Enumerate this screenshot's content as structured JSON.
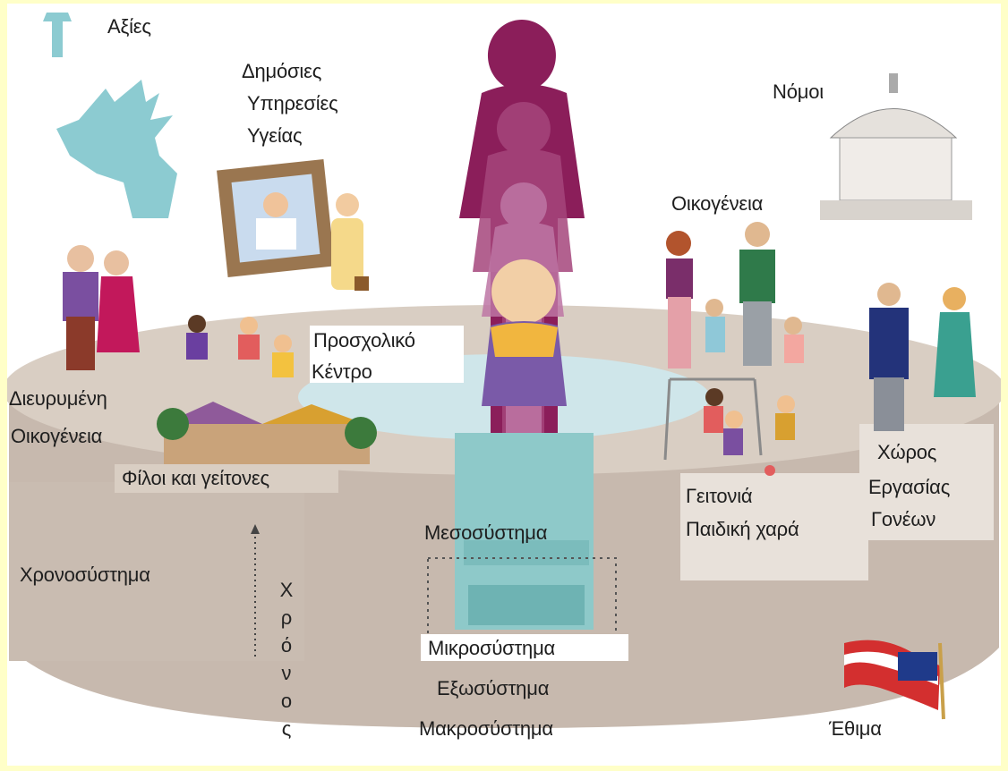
{
  "labels": {
    "values": "Αξίες",
    "public_health_line1": "Δημόσιες",
    "public_health_line2": "Υπηρεσίες",
    "public_health_line3": "Υγείας",
    "laws": "Νόμοι",
    "family": "Οικογένεια",
    "extended_family_line1": "Διευρυμένη",
    "extended_family_line2": "Οικογένεια",
    "preschool_line1": "Προσχολικό",
    "preschool_line2": "Κέντρο",
    "friends_neighbors": "Φίλοι και γείτονες",
    "workplace_line1": "Χώρος",
    "workplace_line2": "Εργασίας",
    "workplace_line3": "Γονέων",
    "neighborhood_line1": "Γειτονιά",
    "neighborhood_line2": "Παιδική χαρά",
    "chronosystem": "Χρονοσύστημα",
    "mesosystem": "Μεσοσύστημα",
    "microsystem": "Μικροσύστημα",
    "exosystem": "Εξωσύστημα",
    "macrosystem": "Μακροσύστημα",
    "customs": "Έθιμα",
    "time_letters": [
      "Χ",
      "ρ",
      "ό",
      "ν",
      "ο",
      "ς"
    ]
  },
  "colors": {
    "page_background": "#ffffc8",
    "disk_side": "#c7b9ae",
    "disk_top": "#dcd2c8",
    "figure_color": "#8b1e5a",
    "water": "#cfe6ea"
  },
  "icons": [
    "statue-of-liberty-icon",
    "capitol-building-icon",
    "us-flag-icon"
  ]
}
